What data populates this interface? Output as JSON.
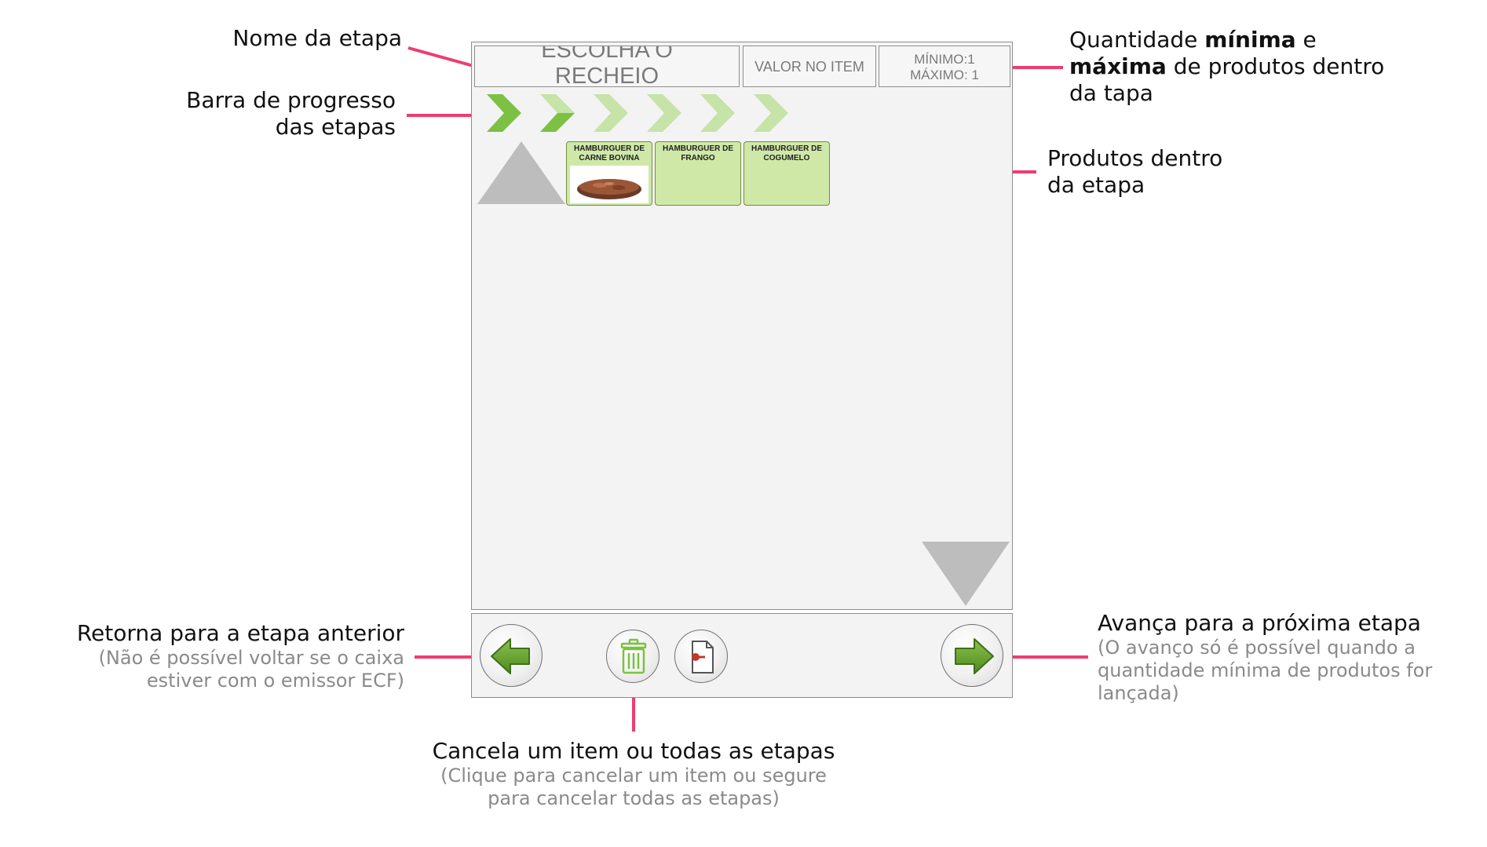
{
  "annotations": {
    "step_name": "Nome da etapa",
    "progress_line1": "Barra de progresso",
    "progress_line2": "das etapas",
    "qty_line1_a": "Quantidade ",
    "qty_line1_b": "mínima",
    "qty_line1_c": " e",
    "qty_line2_a": "máxima",
    "qty_line2_b": " de produtos dentro",
    "qty_line3": "da tapa",
    "products_line1": "Produtos dentro",
    "products_line2": "da etapa",
    "back_title": "Retorna para a etapa anterior",
    "back_sub1": "(Não é possível voltar se o caixa",
    "back_sub2": "estiver com o emissor ECF)",
    "next_title": "Avança para a próxima etapa",
    "next_sub1": "(O avanço só é possível quando a",
    "next_sub2": "quantidade mínima de produtos for",
    "next_sub3": "lançada)",
    "cancel_title": "Cancela um item ou todas as etapas",
    "cancel_sub1": "(Clique para cancelar um item ou segure",
    "cancel_sub2": "para cancelar todas as etapas)"
  },
  "header": {
    "step_title_line1": "ESCOLHA O",
    "step_title_line2": "RECHEIO",
    "value_label": "VALOR NO ITEM",
    "min_label": "MÍNIMO:1",
    "max_label": "MÁXIMO: 1"
  },
  "progress": {
    "total_steps": 6,
    "completed_steps": 2,
    "active_color": "#7cc143",
    "inactive_color": "#c6e3a8"
  },
  "products": [
    {
      "line1": "HAMBURGUER DE",
      "line2": "CARNE BOVINA",
      "has_image": true
    },
    {
      "line1": "HAMBURGUER DE",
      "line2": "FRANGO",
      "has_image": false
    },
    {
      "line1": "HAMBURGUER DE",
      "line2": "COGUMELO",
      "has_image": false
    }
  ],
  "icons": {
    "scroll_up": "triangle-up-icon",
    "scroll_down": "triangle-down-icon",
    "back": "arrow-left-icon",
    "next": "arrow-right-icon",
    "delete": "trash-icon",
    "document": "document-icon"
  },
  "colors": {
    "annotation_line": "#ee3d6e",
    "product_bg": "#cfe8a8",
    "arrow_green": "#6aa22f"
  }
}
